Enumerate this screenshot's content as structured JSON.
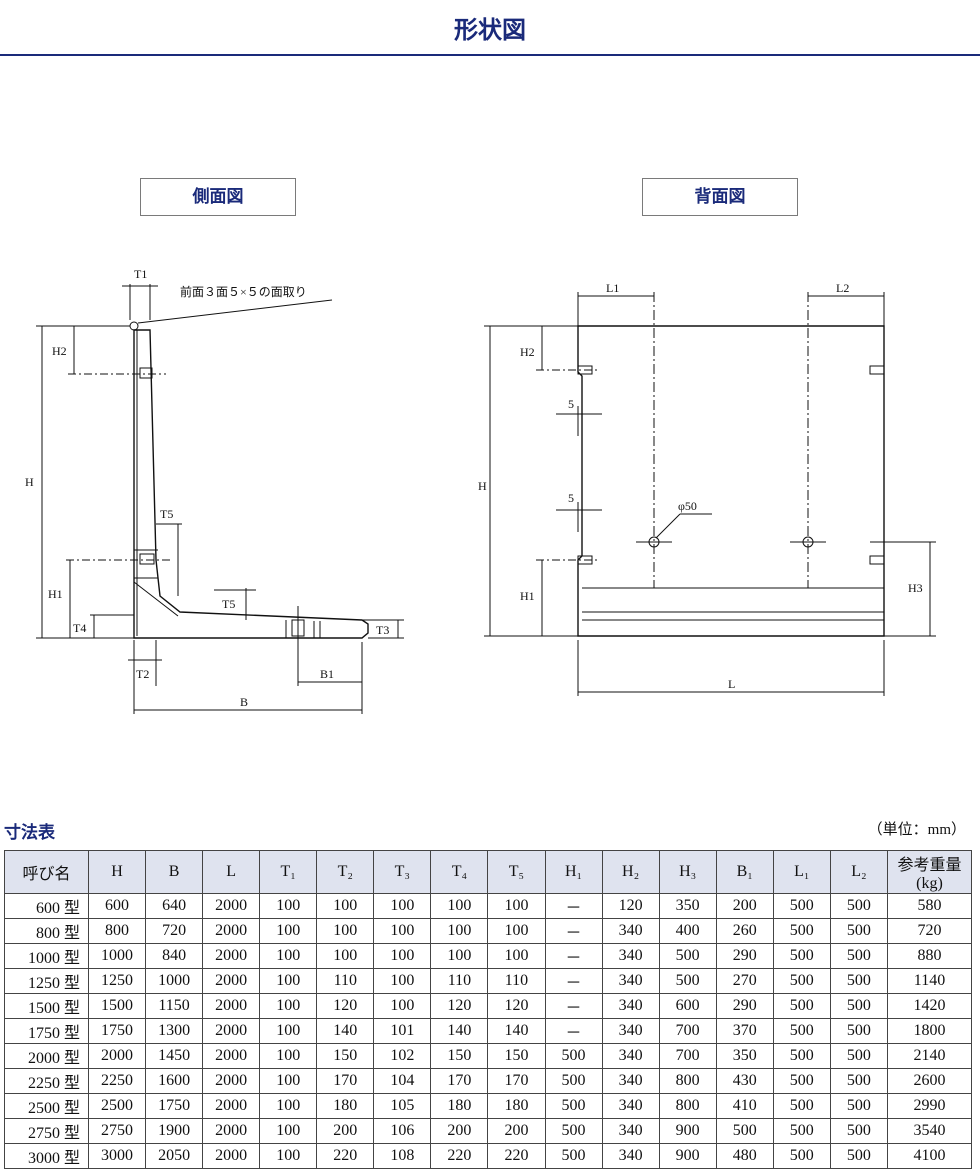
{
  "page": {
    "title": "形状図",
    "side_view_label": "側面図",
    "back_view_label": "背面図"
  },
  "side_view": {
    "note": "前面３面５×５の面取り",
    "labels": {
      "t1": "T1",
      "h2": "H2",
      "h": "H",
      "t5a": "T5",
      "t5b": "T5",
      "h1": "H1",
      "t4": "T4",
      "t3": "T3",
      "t2": "T2",
      "b1": "B1",
      "b": "B"
    }
  },
  "back_view": {
    "labels": {
      "l1": "L1",
      "l2": "L2",
      "h2": "H2",
      "five_a": "5",
      "five_b": "5",
      "h": "H",
      "phi": "φ50",
      "h1": "H1",
      "h3": "H3",
      "l": "L"
    }
  },
  "dimension_table": {
    "title": "寸法表",
    "unit": "（単位：mm）",
    "headers": [
      "呼び名",
      "H",
      "B",
      "L",
      "T₁",
      "T₂",
      "T₃",
      "T₄",
      "T₅",
      "H₁",
      "H₂",
      "H₃",
      "B₁",
      "L₁",
      "L₂",
      "参考重量(kg)"
    ],
    "rows": [
      [
        "600 型",
        "600",
        "640",
        "2000",
        "100",
        "100",
        "100",
        "100",
        "100",
        "－",
        "120",
        "350",
        "200",
        "500",
        "500",
        "580"
      ],
      [
        "800 型",
        "800",
        "720",
        "2000",
        "100",
        "100",
        "100",
        "100",
        "100",
        "－",
        "340",
        "400",
        "260",
        "500",
        "500",
        "720"
      ],
      [
        "1000 型",
        "1000",
        "840",
        "2000",
        "100",
        "100",
        "100",
        "100",
        "100",
        "－",
        "340",
        "500",
        "290",
        "500",
        "500",
        "880"
      ],
      [
        "1250 型",
        "1250",
        "1000",
        "2000",
        "100",
        "110",
        "100",
        "110",
        "110",
        "－",
        "340",
        "500",
        "270",
        "500",
        "500",
        "1140"
      ],
      [
        "1500 型",
        "1500",
        "1150",
        "2000",
        "100",
        "120",
        "100",
        "120",
        "120",
        "－",
        "340",
        "600",
        "290",
        "500",
        "500",
        "1420"
      ],
      [
        "1750 型",
        "1750",
        "1300",
        "2000",
        "100",
        "140",
        "101",
        "140",
        "140",
        "－",
        "340",
        "700",
        "370",
        "500",
        "500",
        "1800"
      ],
      [
        "2000 型",
        "2000",
        "1450",
        "2000",
        "100",
        "150",
        "102",
        "150",
        "150",
        "500",
        "340",
        "700",
        "350",
        "500",
        "500",
        "2140"
      ],
      [
        "2250 型",
        "2250",
        "1600",
        "2000",
        "100",
        "170",
        "104",
        "170",
        "170",
        "500",
        "340",
        "800",
        "430",
        "500",
        "500",
        "2600"
      ],
      [
        "2500 型",
        "2500",
        "1750",
        "2000",
        "100",
        "180",
        "105",
        "180",
        "180",
        "500",
        "340",
        "800",
        "410",
        "500",
        "500",
        "2990"
      ],
      [
        "2750 型",
        "2750",
        "1900",
        "2000",
        "100",
        "200",
        "106",
        "200",
        "200",
        "500",
        "340",
        "900",
        "500",
        "500",
        "500",
        "3540"
      ],
      [
        "3000 型",
        "3000",
        "2050",
        "2000",
        "100",
        "220",
        "108",
        "220",
        "220",
        "500",
        "340",
        "900",
        "480",
        "500",
        "500",
        "4100"
      ]
    ]
  }
}
